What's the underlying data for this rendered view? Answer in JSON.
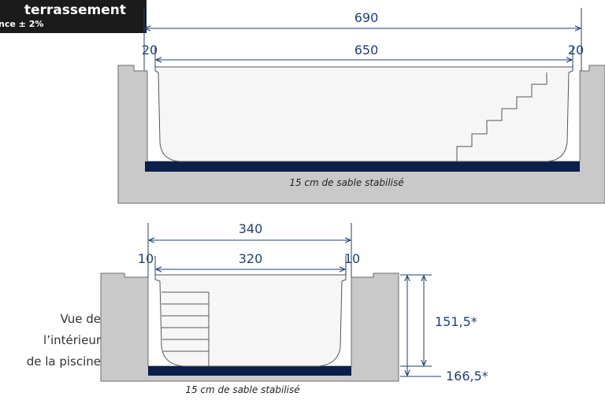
{
  "header": {
    "title_line1": "terrassement",
    "title_line2": "nce ± 2%"
  },
  "top_view": {
    "overall_width": "690",
    "inner_width": "650",
    "left_margin": "20",
    "right_margin": "20",
    "sand_note": "15 cm de sable stabilisé"
  },
  "bottom_view": {
    "overall_width": "340",
    "inner_width": "320",
    "left_margin": "10",
    "right_margin": "10",
    "depth_inner": "151,5*",
    "depth_outer": "166,5*",
    "sand_note": "15 cm de sable stabilisé",
    "caption_line1": "Vue de",
    "caption_line2": "l’intérieur",
    "caption_line3": "de la piscine"
  },
  "colors": {
    "ground": "#c9c9c9",
    "sand": "#0c1f4a",
    "dimension": "#1f3f7a",
    "pool": "#f6f6f6"
  }
}
